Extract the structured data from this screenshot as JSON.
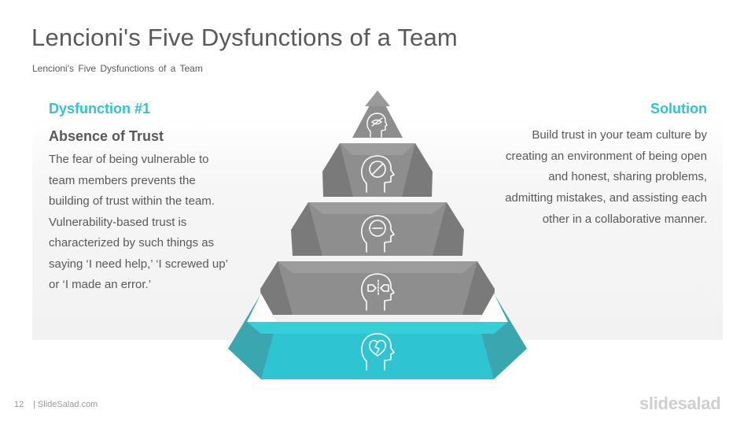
{
  "slide": {
    "title": "Lencioni's Five Dysfunctions of a Team",
    "subtitle": "Lencioni's  Five Dysfunctions  of a Team"
  },
  "left": {
    "heading": "Dysfunction #1",
    "name": "Absence of Trust",
    "body": "The fear of being vulnerable to team members prevents the building of trust within the team. Vulnerability-based trust is characterized by such things as saying ‘I need help,’ ‘I screwed up’ or ‘I made an error.’"
  },
  "right": {
    "heading": "Solution",
    "body": "Build trust in your team culture by creating an environment of being open and honest, sharing problems, admitting mistakes, and assisting each other in a collaborative manner."
  },
  "pyramid": {
    "levels": [
      {
        "icon": "head-eye-slash-icon",
        "active": false
      },
      {
        "icon": "head-no-entry-icon",
        "active": false
      },
      {
        "icon": "head-minus-icon",
        "active": false
      },
      {
        "icon": "head-arrows-icon",
        "active": false
      },
      {
        "icon": "head-broken-heart-icon",
        "active": true
      }
    ]
  },
  "colors": {
    "accent": "#2ec4d1",
    "accent_dark": "#3aa6b0",
    "gray_face": "#8e8e8e",
    "gray_side": "#7a7a7a",
    "text": "#595959"
  },
  "footer": {
    "page_number": "12",
    "site": "| SlideSalad.com",
    "logo": "slidesalad"
  }
}
